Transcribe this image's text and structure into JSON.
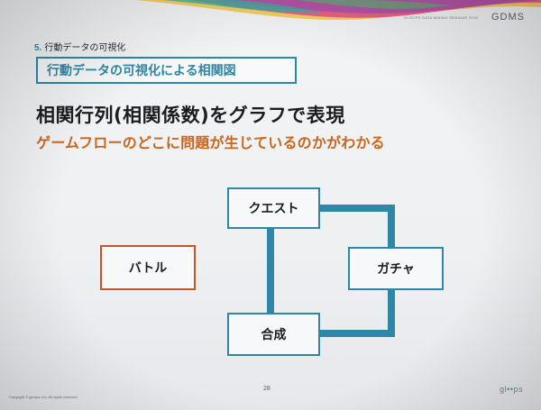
{
  "header": {
    "meta": "GLOOPS DATA MINING SEMINAR 2016",
    "logo": "GDMS"
  },
  "section": {
    "number": "5.",
    "title": "行動データの可視化"
  },
  "title_box": "行動データの可視化による相関図",
  "headline": "相関行列(相関係数)をグラフで表現",
  "subheadline": "ゲームフローのどこに問題が生じているのかがわかる",
  "diagram": {
    "nodes": {
      "quest": "クエスト",
      "gacha": "ガチャ",
      "battle": "バトル",
      "synthesis": "合成"
    },
    "edges": [
      [
        "quest",
        "gacha"
      ],
      [
        "quest",
        "synthesis"
      ],
      [
        "gacha",
        "synthesis"
      ]
    ],
    "colors": {
      "connected": "#2f87a8",
      "isolated": "#c0562a"
    }
  },
  "footer": {
    "page_number": "28",
    "copyright": "Copyright © gloops, Inc. All rights reserved",
    "logo_prefix": "gl",
    "logo_dots": "••",
    "logo_suffix": "ps"
  }
}
